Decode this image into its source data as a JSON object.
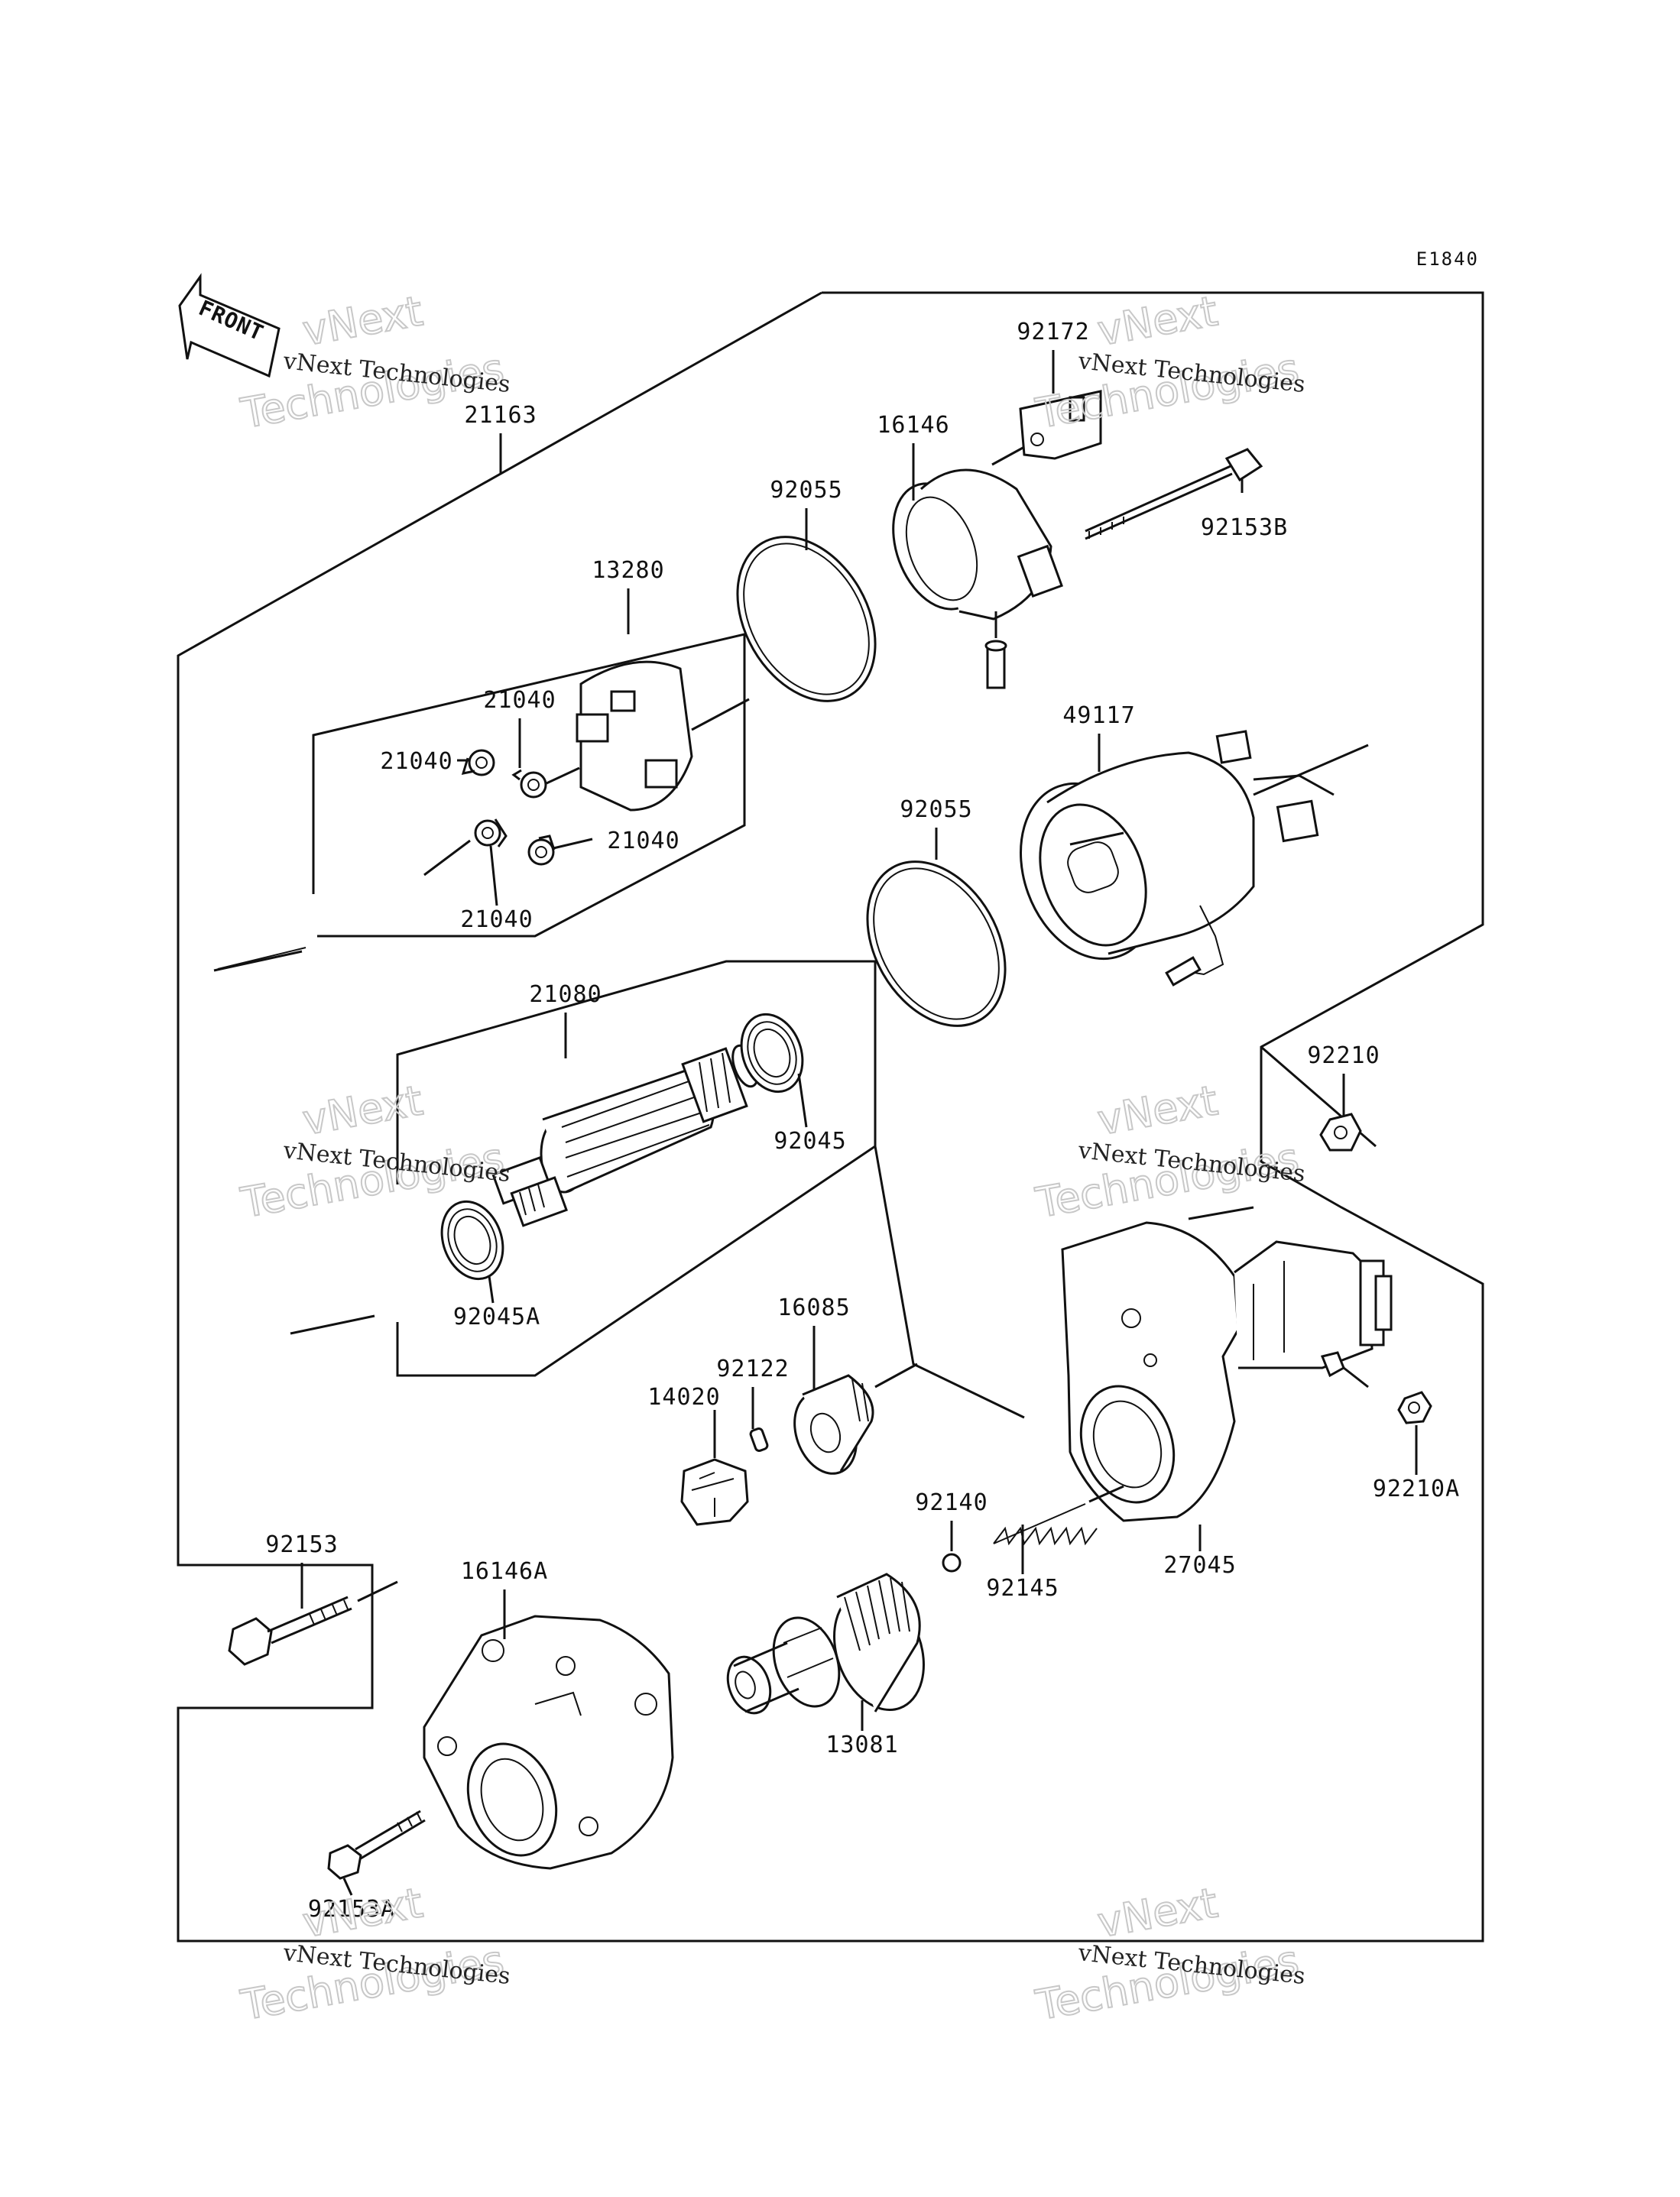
{
  "diagram_code": "E1840",
  "front_label": "FRONT",
  "watermark": {
    "line1": "vNext Technologies",
    "line2": "vNext",
    "line3": "Technologies"
  },
  "parts": [
    {
      "id": "p21163",
      "number": "21163"
    },
    {
      "id": "p92172",
      "number": "92172"
    },
    {
      "id": "p16146",
      "number": "16146"
    },
    {
      "id": "p92153B",
      "number": "92153B"
    },
    {
      "id": "p92055a",
      "number": "92055"
    },
    {
      "id": "p13280",
      "number": "13280"
    },
    {
      "id": "p21040a",
      "number": "21040"
    },
    {
      "id": "p21040b",
      "number": "21040"
    },
    {
      "id": "p21040c",
      "number": "21040"
    },
    {
      "id": "p21040d",
      "number": "21040"
    },
    {
      "id": "p49117",
      "number": "49117"
    },
    {
      "id": "p92055b",
      "number": "92055"
    },
    {
      "id": "p21080",
      "number": "21080"
    },
    {
      "id": "p92045",
      "number": "92045"
    },
    {
      "id": "p92045A",
      "number": "92045A"
    },
    {
      "id": "p92210",
      "number": "92210"
    },
    {
      "id": "p16085",
      "number": "16085"
    },
    {
      "id": "p92122",
      "number": "92122"
    },
    {
      "id": "p14020",
      "number": "14020"
    },
    {
      "id": "p92140",
      "number": "92140"
    },
    {
      "id": "p92210A",
      "number": "92210A"
    },
    {
      "id": "p92153",
      "number": "92153"
    },
    {
      "id": "p16146A",
      "number": "16146A"
    },
    {
      "id": "p92145",
      "number": "92145"
    },
    {
      "id": "p27045",
      "number": "27045"
    },
    {
      "id": "p13081",
      "number": "13081"
    },
    {
      "id": "p92153A",
      "number": "92153A"
    }
  ]
}
